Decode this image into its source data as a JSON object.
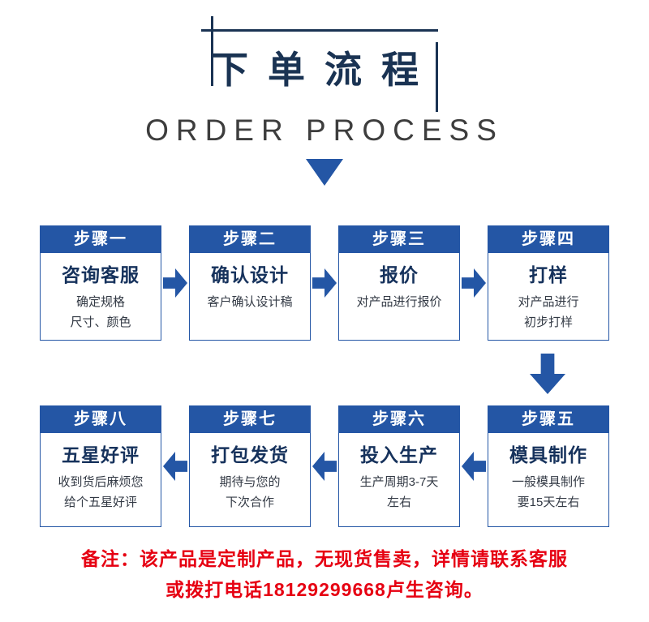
{
  "title": {
    "zh": "下单流程",
    "en": "ORDER PROCESS"
  },
  "steps": [
    {
      "label": "步骤一",
      "title": "咨询客服",
      "desc": [
        "确定规格",
        "尺寸、颜色"
      ]
    },
    {
      "label": "步骤二",
      "title": "确认设计",
      "desc": [
        "客户确认设计稿"
      ]
    },
    {
      "label": "步骤三",
      "title": "报价",
      "desc": [
        "对产品进行报价"
      ]
    },
    {
      "label": "步骤四",
      "title": "打样",
      "desc": [
        "对产品进行",
        "初步打样"
      ]
    },
    {
      "label": "步骤五",
      "title": "模具制作",
      "desc": [
        "一般模具制作",
        "要15天左右"
      ]
    },
    {
      "label": "步骤六",
      "title": "投入生产",
      "desc": [
        "生产周期3-7天",
        "左右"
      ]
    },
    {
      "label": "步骤七",
      "title": "打包发货",
      "desc": [
        "期待与您的",
        "下次合作"
      ]
    },
    {
      "label": "步骤八",
      "title": "五星好评",
      "desc": [
        "收到货后麻烦您",
        "给个五星好评"
      ]
    }
  ],
  "note": {
    "line1": "备注：该产品是定制产品，无现货售卖，详情请联系客服",
    "line2": "或拨打电话18129299668卢生咨询。"
  },
  "colors": {
    "step_blue": "#2456A5",
    "title_navy": "#1A3353",
    "card_title_navy": "#16325C",
    "note_red": "#E60012"
  }
}
